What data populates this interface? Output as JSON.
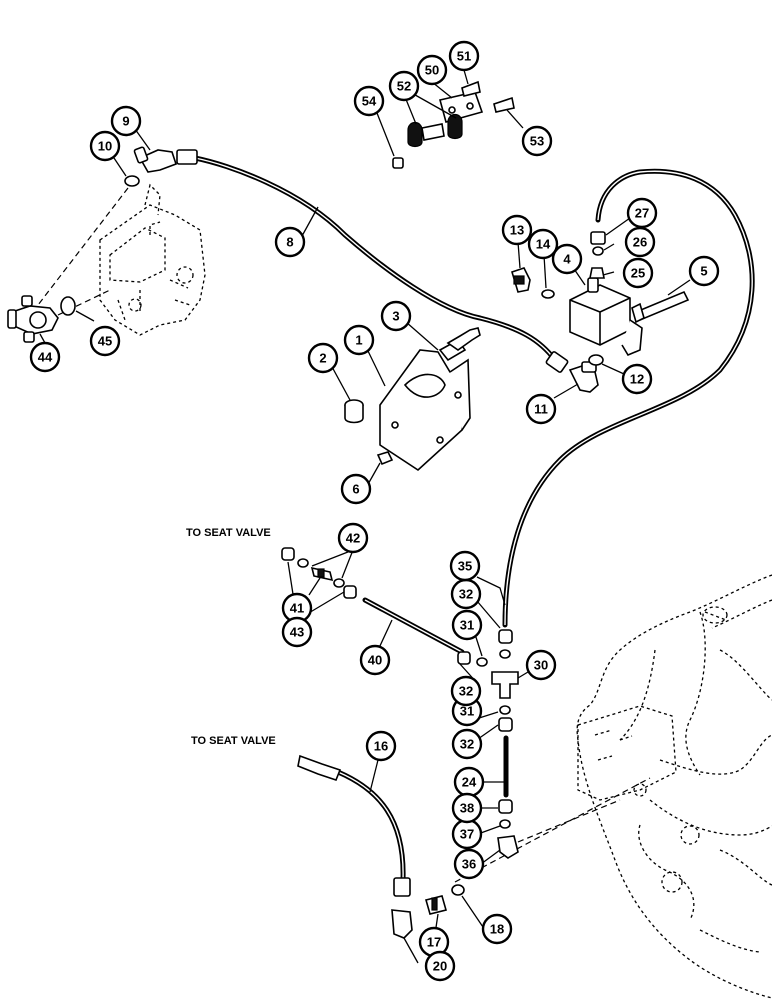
{
  "notes": {
    "seat_valve_top": "TO SEAT VALVE",
    "seat_valve_bottom": "TO SEAT VALVE"
  },
  "callouts": {
    "c1": "1",
    "c2": "2",
    "c3": "3",
    "c4": "4",
    "c5": "5",
    "c6": "6",
    "c8": "8",
    "c9": "9",
    "c10": "10",
    "c11": "11",
    "c12": "12",
    "c13": "13",
    "c14": "14",
    "c16": "16",
    "c17": "17",
    "c18": "18",
    "c20": "20",
    "c24": "24",
    "c25": "25",
    "c26": "26",
    "c27": "27",
    "c30": "30",
    "c31a": "31",
    "c31b": "31",
    "c32a": "32",
    "c32b": "32",
    "c32c": "32",
    "c35": "35",
    "c36": "36",
    "c37": "37",
    "c38": "38",
    "c40": "40",
    "c41": "41",
    "c42": "42",
    "c43": "43",
    "c44": "44",
    "c45": "45",
    "c50": "50",
    "c51": "51",
    "c52": "52",
    "c53": "53",
    "c54": "54"
  }
}
